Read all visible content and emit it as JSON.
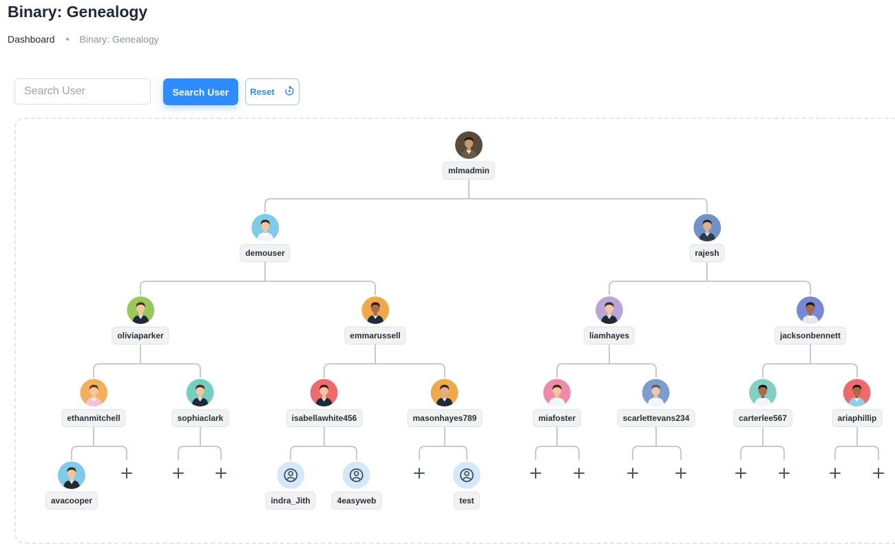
{
  "header": {
    "title": "Binary: Genealogy"
  },
  "breadcrumb": {
    "home": "Dashboard",
    "current": "Binary: Genealogy"
  },
  "search": {
    "placeholder": "Search User",
    "button_label": "Search User",
    "reset_label": "Reset"
  },
  "colors": {
    "accent": "#2f8cff",
    "line": "#b7bcc6",
    "plus": "#475569",
    "placeholder_avatar": "#d4e7fb"
  },
  "tree": [
    {
      "id": "mlmadmin",
      "name": "mlmadmin",
      "bg": "#5a4a3a",
      "skin": "#c99a72",
      "hair": "#2a1a10",
      "shirt": "#6b5a4a"
    },
    {
      "id": "demouser",
      "name": "demouser",
      "bg": "#7ecbea",
      "skin": "#f2c6a0",
      "hair": "#3b2a20",
      "shirt": "#f1f5f9"
    },
    {
      "id": "rajesh",
      "name": "rajesh",
      "bg": "#6f93c9",
      "skin": "#e0b08a",
      "hair": "#2b2b2b",
      "shirt": "#2f3a4a"
    },
    {
      "id": "oliviaparker",
      "name": "oliviaparker",
      "bg": "#98c85a",
      "skin": "#f2c6a0",
      "hair": "#4a2f1f",
      "shirt": "#1f2937"
    },
    {
      "id": "emmarussell",
      "name": "emmarussell",
      "bg": "#f0a94a",
      "skin": "#a86b48",
      "hair": "#2a1a10",
      "shirt": "#1f2937"
    },
    {
      "id": "liamhayes",
      "name": "liamhayes",
      "bg": "#b9a6d6",
      "skin": "#f2c6a0",
      "hair": "#2b2b2b",
      "shirt": "#1f2937"
    },
    {
      "id": "jacksonbennett",
      "name": "jacksonbennett",
      "bg": "#7888d8",
      "skin": "#a86b48",
      "hair": "#1a1a1a",
      "shirt": "#e5e7eb"
    },
    {
      "id": "ethanmitchell",
      "name": "ethanmitchell",
      "bg": "#f2b05a",
      "skin": "#f2c6a0",
      "hair": "#5a3a24",
      "shirt": "#f3c4d4"
    },
    {
      "id": "sophiaclark",
      "name": "sophiaclark",
      "bg": "#74cfc1",
      "skin": "#f2c6a0",
      "hair": "#3b2a20",
      "shirt": "#1f2937"
    },
    {
      "id": "isabellawhite456",
      "name": "isabellawhite456",
      "bg": "#ef6b6b",
      "skin": "#f2c6a0",
      "hair": "#3a2416",
      "shirt": "#1f2937"
    },
    {
      "id": "masonhayes789",
      "name": "masonhayes789",
      "bg": "#f0a94a",
      "skin": "#e0b08a",
      "hair": "#3a2416",
      "shirt": "#1f2937"
    },
    {
      "id": "miafoster",
      "name": "miafoster",
      "bg": "#f08aa8",
      "skin": "#f2c6a0",
      "hair": "#3a2416",
      "shirt": "#f1f5f9"
    },
    {
      "id": "scarlettevans234",
      "name": "scarlettevans234",
      "bg": "#7d9ccf",
      "skin": "#f2c6a0",
      "hair": "#5a5a5a",
      "shirt": "#f1f5f9"
    },
    {
      "id": "carterlee567",
      "name": "carterlee567",
      "bg": "#82d0c4",
      "skin": "#a86b48",
      "hair": "#1a1a1a",
      "shirt": "#f1f5f9"
    },
    {
      "id": "ariaphillip",
      "name": "ariaphillip",
      "bg": "#ef6b6b",
      "skin": "#a86b48",
      "hair": "#2a1a10",
      "shirt": "#8fd2e8"
    },
    {
      "id": "avacooper",
      "name": "avacooper",
      "bg": "#7ecbea",
      "skin": "#f2c6a0",
      "hair": "#3b2a20",
      "shirt": "#1f2937"
    },
    {
      "id": "indra_Jith",
      "name": "indra_Jith",
      "placeholder": true
    },
    {
      "id": "4easyweb",
      "name": "4easyweb",
      "placeholder": true
    },
    {
      "id": "test",
      "name": "test",
      "placeholder": true
    }
  ]
}
